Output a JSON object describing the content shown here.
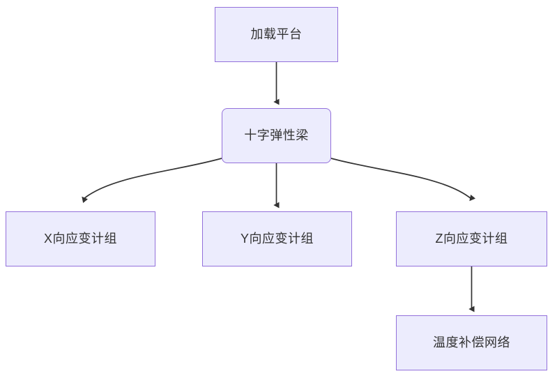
{
  "diagram": {
    "type": "flowchart",
    "direction": "top-down",
    "background_color": "#ffffff",
    "node_fill_color": "#ececfd",
    "node_border_color": "#9370db",
    "node_text_color": "#333333",
    "edge_color": "#333333",
    "nodes": [
      {
        "id": "platform",
        "label": "加载平台",
        "shape": "rectangle"
      },
      {
        "id": "beam",
        "label": "十字弹性梁",
        "shape": "rounded-rectangle"
      },
      {
        "id": "x_gauge",
        "label": "X向应变计组",
        "shape": "rectangle"
      },
      {
        "id": "y_gauge",
        "label": "Y向应变计组",
        "shape": "rectangle"
      },
      {
        "id": "z_gauge",
        "label": "Z向应变计组",
        "shape": "rectangle"
      },
      {
        "id": "temp_network",
        "label": "温度补偿网络",
        "shape": "rectangle"
      }
    ],
    "edges": [
      {
        "from": "platform",
        "to": "beam",
        "style": "straight",
        "arrow": "filled-triangle"
      },
      {
        "from": "beam",
        "to": "x_gauge",
        "style": "curved",
        "arrow": "filled-triangle"
      },
      {
        "from": "beam",
        "to": "y_gauge",
        "style": "straight",
        "arrow": "filled-triangle"
      },
      {
        "from": "beam",
        "to": "z_gauge",
        "style": "curved",
        "arrow": "filled-triangle"
      },
      {
        "from": "z_gauge",
        "to": "temp_network",
        "style": "straight",
        "arrow": "filled-triangle"
      }
    ]
  }
}
